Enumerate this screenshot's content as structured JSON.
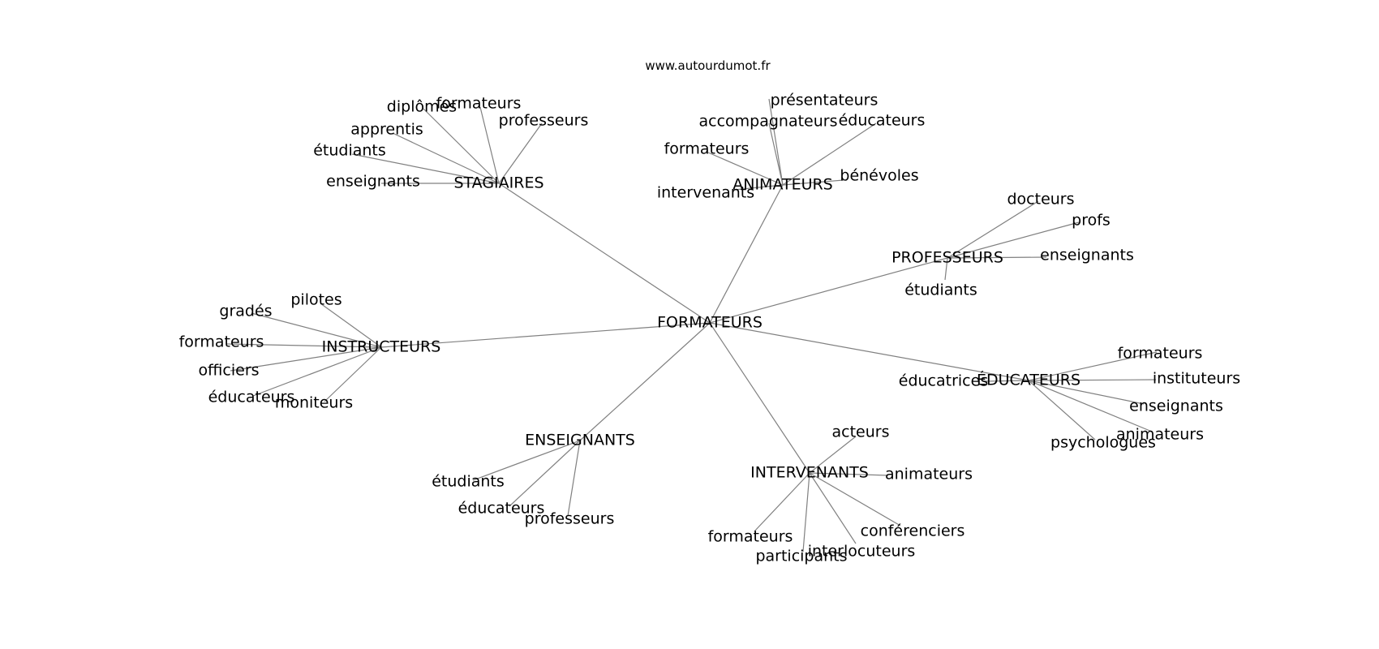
{
  "site_url": "www.autourdumot.fr",
  "graph": {
    "center": "FORMATEURS",
    "groups": [
      {
        "hub": "STAGIAIRES",
        "leaves": [
          "diplômés",
          "formateurs",
          "professeurs",
          "apprentis",
          "étudiants",
          "enseignants"
        ]
      },
      {
        "hub": "ANIMATEURS",
        "leaves": [
          "présentateurs",
          "accompagnateurs",
          "éducateurs",
          "formateurs",
          "bénévoles",
          "intervenants"
        ]
      },
      {
        "hub": "PROFESSEURS",
        "leaves": [
          "docteurs",
          "profs",
          "enseignants",
          "étudiants"
        ]
      },
      {
        "hub": "INSTRUCTEURS",
        "leaves": [
          "pilotes",
          "gradés",
          "formateurs",
          "officiers",
          "éducateurs",
          "moniteurs"
        ]
      },
      {
        "hub": "ÉDUCATEURS",
        "leaves": [
          "formateurs",
          "éducatrices",
          "instituteurs",
          "enseignants",
          "animateurs",
          "psychologues"
        ]
      },
      {
        "hub": "ENSEIGNANTS",
        "leaves": [
          "étudiants",
          "éducateurs",
          "professeurs"
        ]
      },
      {
        "hub": "INTERVENANTS",
        "leaves": [
          "acteurs",
          "animateurs",
          "formateurs",
          "conférenciers",
          "interlocuteurs",
          "participants"
        ]
      }
    ]
  }
}
